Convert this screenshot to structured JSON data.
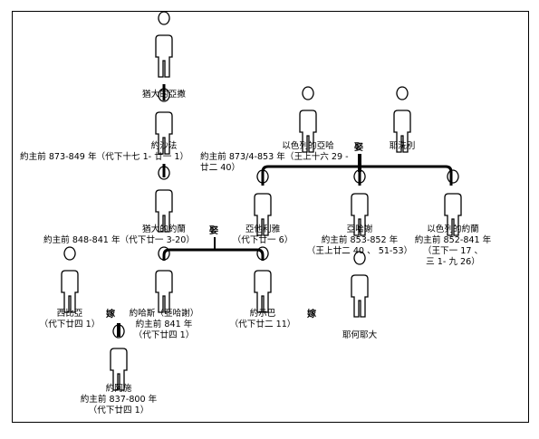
{
  "people": [
    {
      "id": "judah_ahaz",
      "lines": [
        "猶大的亞撒"
      ]
    },
    {
      "id": "jehoshaphat",
      "lines": [
        "約沙法",
        "約主前 873-849 年（代下十七 1- 廿一 1）"
      ]
    },
    {
      "id": "jehoshaphat_cont",
      "lines": [
        "約主前 873/4-853 年（王上十六 29 -",
        "廿二 40）"
      ]
    },
    {
      "id": "judah_joram",
      "lines": [
        "猶大的約蘭",
        "約主前 848-841 年（代下廿一 3-20）"
      ]
    },
    {
      "id": "omri_ahab",
      "lines": [
        "以色列的亞哈"
      ]
    },
    {
      "id": "jezebel",
      "lines": [
        "耶洗別"
      ]
    },
    {
      "id": "athaliah",
      "lines": [
        "亞他利雅",
        "（代下廿一 6）"
      ]
    },
    {
      "id": "ahaziah_israel",
      "lines": [
        "亞哈謝",
        "約主前 853-852 年",
        "（王上廿二 40 、 51-53）"
      ]
    },
    {
      "id": "joram_israel",
      "lines": [
        "以色列的約蘭",
        "約主前 852-841 年",
        "（王下一 17 、",
        "三 1- 九 26）"
      ]
    },
    {
      "id": "zibiah",
      "lines": [
        "西比亞",
        "（代下廿四 1）"
      ]
    },
    {
      "id": "ahaziah_judah",
      "lines": [
        "約哈斯（亞哈謝）",
        "約主前 841 年",
        "（代下廿四 1）"
      ]
    },
    {
      "id": "jehosheba",
      "lines": [
        "約示巴",
        "（代下廿二 11）"
      ]
    },
    {
      "id": "jehoiada",
      "lines": [
        "耶何耶大"
      ]
    },
    {
      "id": "joash",
      "lines": [
        "約阿施",
        "約主前 837-800 年",
        "（代下廿四 1）"
      ]
    }
  ],
  "tags": {
    "marry_1": "娶",
    "marry_2": "娶",
    "wed_1": "嫁",
    "wed_2": "嫁"
  }
}
